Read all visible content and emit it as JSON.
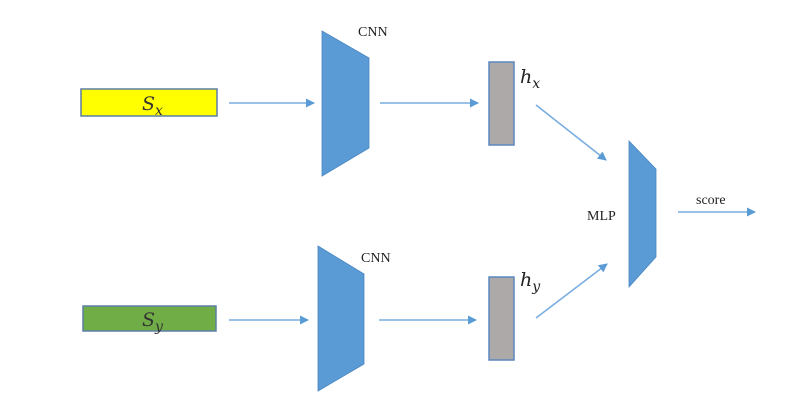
{
  "diagram": {
    "inputs": [
      {
        "id": "sx",
        "label_main": "S",
        "label_sub": "x",
        "fill": "#FFFF00",
        "stroke": "#5B7FA6"
      },
      {
        "id": "sy",
        "label_main": "S",
        "label_sub": "y",
        "fill": "#70AD47",
        "stroke": "#5B7FA6"
      }
    ],
    "encoders": [
      {
        "id": "cnn-top",
        "label": "CNN",
        "fill": "#5B9BD5"
      },
      {
        "id": "cnn-bottom",
        "label": "CNN",
        "fill": "#5B9BD5"
      }
    ],
    "hidden": [
      {
        "id": "hx",
        "label_main": "h",
        "label_sub": "x",
        "fill": "#ADA9A9",
        "stroke": "#5B87C0"
      },
      {
        "id": "hy",
        "label_main": "h",
        "label_sub": "y",
        "fill": "#ADA9A9",
        "stroke": "#5B87C0"
      }
    ],
    "combiner": {
      "id": "mlp",
      "label": "MLP",
      "fill": "#5B9BD5"
    },
    "output": {
      "label": "score"
    },
    "arrow_color": "#79ADE0"
  }
}
